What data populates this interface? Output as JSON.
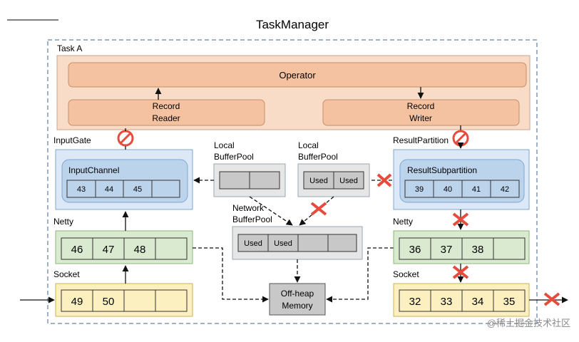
{
  "title": "TaskManager",
  "task_label": "Task A",
  "operator": {
    "label": "Operator"
  },
  "record_reader": {
    "line1": "Record",
    "line2": "Reader"
  },
  "record_writer": {
    "line1": "Record",
    "line2": "Writer"
  },
  "input_gate": {
    "label": "InputGate"
  },
  "input_channel": {
    "label": "InputChannel",
    "cells": [
      "43",
      "44",
      "45",
      ""
    ]
  },
  "result_partition": {
    "label": "ResultPartition"
  },
  "result_subpartition": {
    "label": "ResultSubpartition",
    "cells": [
      "39",
      "40",
      "41",
      "42"
    ]
  },
  "local_buffer_pool_left": {
    "line1": "Local",
    "line2": "BufferPool",
    "cells": [
      "",
      ""
    ]
  },
  "local_buffer_pool_right": {
    "line1": "Local",
    "line2": "BufferPool",
    "cells": [
      "Used",
      "Used"
    ]
  },
  "network_buffer_pool": {
    "line1": "Network",
    "line2": "BufferPool",
    "cells": [
      "Used",
      "Used",
      "",
      ""
    ]
  },
  "netty_left": {
    "label": "Netty",
    "cells": [
      "46",
      "47",
      "48",
      ""
    ]
  },
  "netty_right": {
    "label": "Netty",
    "cells": [
      "36",
      "37",
      "38",
      ""
    ]
  },
  "socket_left": {
    "label": "Socket",
    "cells": [
      "49",
      "50",
      "",
      ""
    ]
  },
  "socket_right": {
    "label": "Socket",
    "cells": [
      "32",
      "33",
      "34",
      "35"
    ]
  },
  "offheap": {
    "line1": "Off-heap",
    "line2": "Memory"
  },
  "watermark": "@稀土掘金技术社区",
  "colors": {
    "peach_fill": "#f8dcc8",
    "peach_stroke": "#c9a58a",
    "orange_box": "#f4c2a0",
    "orange_stroke": "#c98e66",
    "blue_outer": "#dce8f5",
    "blue_inner": "#bcd3ec",
    "blue_stroke": "#7ea6d2",
    "green_fill": "#d9ead0",
    "green_stroke": "#8fb77a",
    "yellow_fill": "#fdf0c0",
    "yellow_stroke": "#c9b25a",
    "gray_box": "#e6e6e6",
    "gray_cell": "#c8c8c8",
    "dashed_border": "#7f97b3",
    "cross_red": "#e64b3c"
  }
}
